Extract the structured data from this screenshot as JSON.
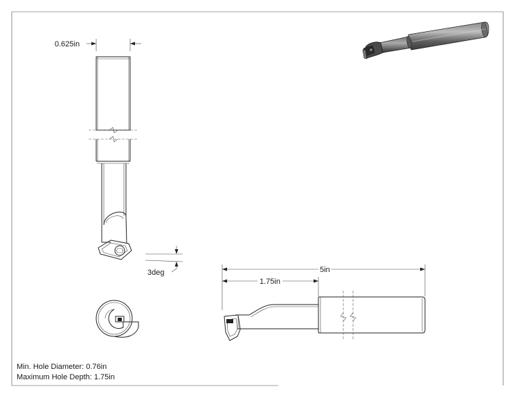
{
  "dimensions": {
    "shank_diameter": "0.625in",
    "overall_length": "5in",
    "reach": "1.75in",
    "angle": "3deg"
  },
  "notes": {
    "min_hole_diameter": "Min. Hole Diameter: 0.76in",
    "max_hole_depth": "Maximum Hole Depth: 1.75in"
  },
  "colors": {
    "line": "#222222",
    "shaded_body": "#5a5a5a"
  }
}
